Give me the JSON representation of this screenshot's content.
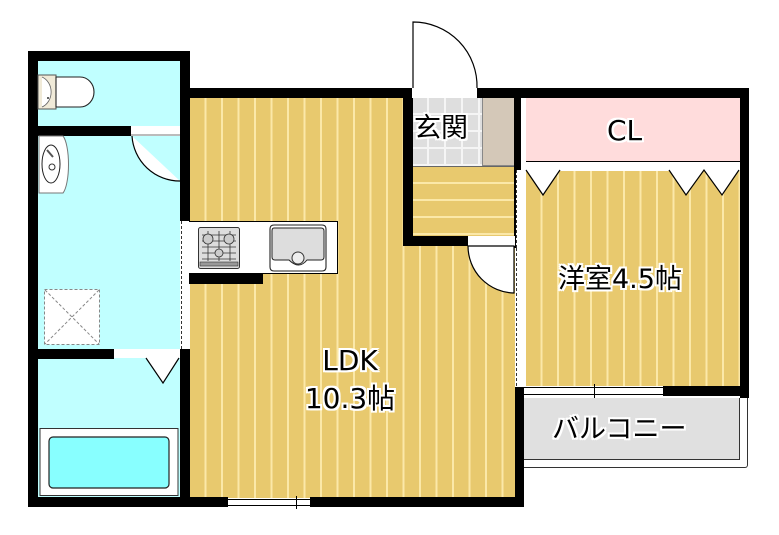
{
  "floor_plan": {
    "rooms": {
      "ldk": {
        "name": "LDK",
        "size": "10.3帖"
      },
      "western_room": {
        "label": "洋室4.5帖"
      },
      "closet": {
        "label": "CL"
      },
      "entrance": {
        "label": "玄関"
      },
      "balcony": {
        "label": "バルコニー"
      },
      "toilet": {
        "label": ""
      },
      "washroom": {
        "label": ""
      },
      "bathroom": {
        "label": ""
      }
    },
    "colors": {
      "wall": "#000000",
      "wood_floor": "#e8c96e",
      "wood_stripe": "#fbe8a8",
      "wet_area": "#c0ffff",
      "closet": "#ffdcdc",
      "balcony": "#e0e0e0",
      "entrance_tile": "#dedede",
      "shoe_box": "#d4c8b8",
      "bathtub": "#88ffff"
    }
  }
}
